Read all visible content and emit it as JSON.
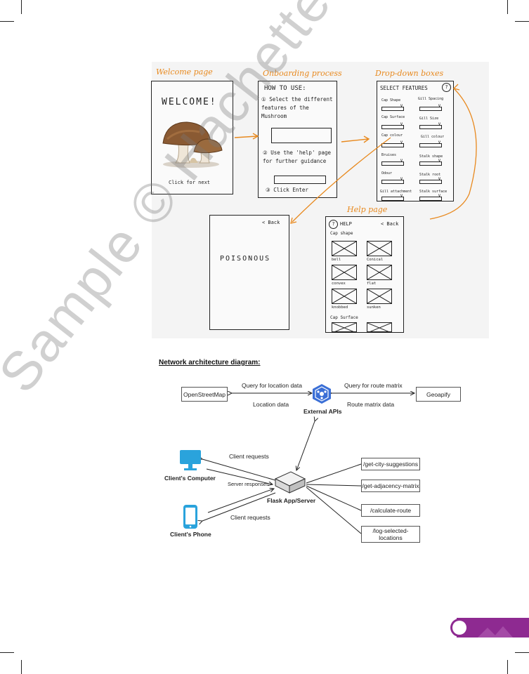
{
  "sketch": {
    "headings": {
      "welcome": "Welcome page",
      "onboarding": "Onboarding process",
      "dropdown": "Drop-down boxes",
      "help": "Help page"
    },
    "welcome_frame": {
      "title": "WELCOME!",
      "footer": "Click for next"
    },
    "onboarding_frame": {
      "title": "HOW TO USE:",
      "step1": "Select the different features of the Mushroom",
      "step2": "Use the 'help' page for further guidance",
      "step3": "Click Enter"
    },
    "features_frame": {
      "title": "SELECT FEATURES",
      "help_glyph": "?",
      "labels": [
        "Cap Shape",
        "Gill Spacing",
        "Cap Surface",
        "Gill Size",
        "Cap colour",
        "Gill colour",
        "Bruises",
        "Stalk shape",
        "Odour",
        "Stalk root",
        "Gill attachment",
        "Stalk surface"
      ]
    },
    "result_frame": {
      "back": "< Back",
      "result": "POISONOUS"
    },
    "help_frame": {
      "help_glyph": "?",
      "title": "HELP",
      "back": "< Back",
      "section1": "Cap shape",
      "items": [
        "bell",
        "Conical",
        "convex",
        "flat",
        "knobbed",
        "sunken"
      ],
      "section2": "Cap Surface"
    }
  },
  "diagram": {
    "title": "Network architecture diagram:",
    "nodes": {
      "openstreetmap": "OpenStreetMap",
      "geoapify": "Geoapify",
      "external_apis": "External APIs",
      "client_computer": "Client's Computer",
      "client_phone": "Client's Phone",
      "flask": "Flask App/Server"
    },
    "edges": {
      "query_location": "Query for location data",
      "location_data": "Location data",
      "query_route": "Query for route matrix",
      "route_data": "Route matrix data",
      "client_requests_1": "Client requests",
      "server_responses": "Server responses",
      "client_requests_2": "Client requests"
    },
    "endpoints": [
      "/get-city-suggestions",
      "/get-adjacency-matrix",
      "/calculate-route",
      "/log-selected-locations"
    ]
  },
  "watermark": "Sample © Hachette Learning",
  "colors": {
    "accent_orange": "#e8891e",
    "brand_purple": "#8e2a91",
    "device_blue": "#2aa3dc",
    "api_blue": "#3b6fd6"
  }
}
